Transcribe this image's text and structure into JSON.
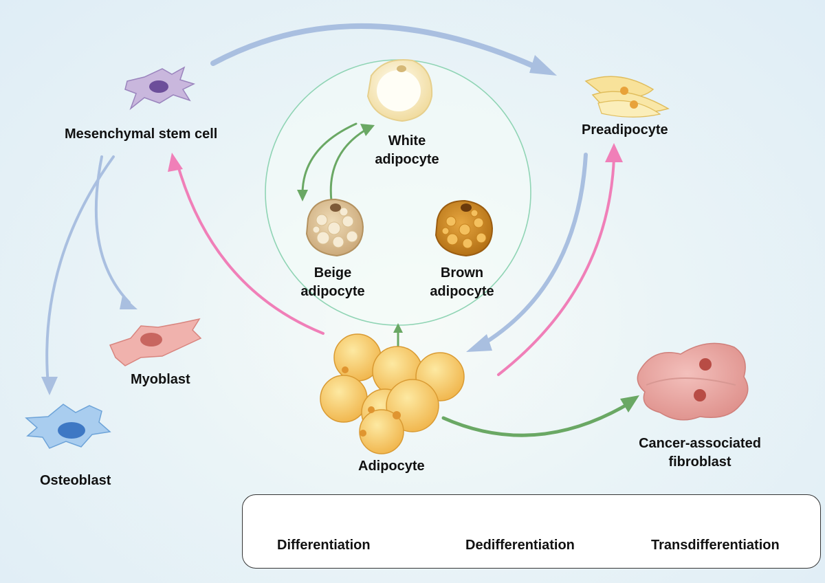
{
  "colors": {
    "differentiation": "#a9bfe0",
    "dedifferentiation": "#f07fb8",
    "transdifferentiation": "#6aa864",
    "circle": "#8fd4b4"
  },
  "labels": {
    "mesenchymal": "Mesenchymal stem cell",
    "preadipocyte": "Preadipocyte",
    "white": [
      "White",
      "adipocyte"
    ],
    "beige": [
      "Beige",
      "adipocyte"
    ],
    "brown": [
      "Brown",
      "adipocyte"
    ],
    "myoblast": "Myoblast",
    "osteoblast": "Osteoblast",
    "adipocyte": "Adipocyte",
    "caf": [
      "Cancer-associated",
      "fibroblast"
    ]
  },
  "legend": {
    "differentiation": "Differentiation",
    "dedifferentiation": "Dedifferentiation",
    "transdifferentiation": "Transdifferentiation"
  }
}
